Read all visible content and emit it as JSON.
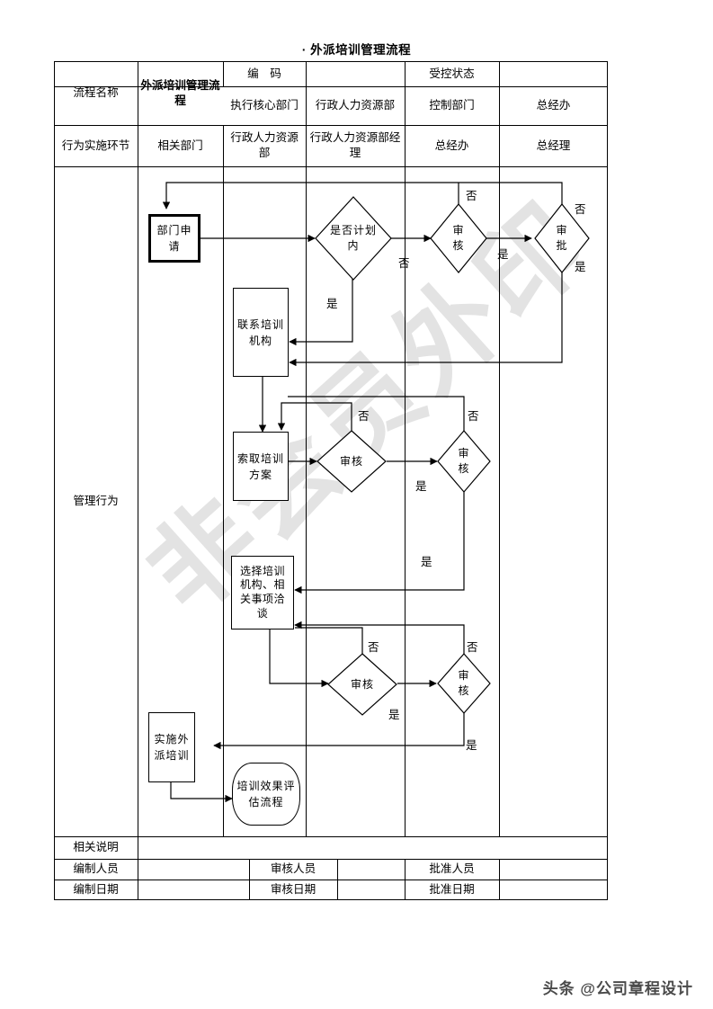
{
  "document": {
    "title": "· 外派培训管理流程",
    "watermark": "非会员外印",
    "footer_credit": "头条 @公司章程设计"
  },
  "header_table": {
    "row1": {
      "label": "流程名称",
      "process_name": "外派培训管理流程",
      "code_label": "编　码",
      "code_value": "",
      "control_status_label": "受控状态",
      "control_status_value": ""
    },
    "row2": {
      "exec_core_dept_label": "执行核心部门",
      "exec_core_dept_value": "行政人力资源部",
      "control_dept_label": "控制部门",
      "control_dept_value": "总经办"
    },
    "row3": {
      "label": "行为实施环节",
      "lanes": [
        "相关部门",
        "行政人力资源部",
        "行政人力资源部经理",
        "总经办",
        "总经理"
      ]
    }
  },
  "body_row": {
    "label": "管理行为"
  },
  "footer_table": {
    "notes_label": "相关说明",
    "notes_value": "",
    "rows": [
      {
        "c1_label": "编制人员",
        "c1_value": "",
        "c2_label": "审核人员",
        "c2_value": "",
        "c3_label": "批准人员",
        "c3_value": ""
      },
      {
        "c1_label": "编制日期",
        "c1_value": "",
        "c2_label": "审核日期",
        "c2_value": "",
        "c3_label": "批准日期",
        "c3_value": ""
      }
    ]
  },
  "chart_data": {
    "type": "diagram",
    "title": "外派培训管理流程",
    "lanes": [
      "相关部门",
      "行政人力资源部",
      "行政人力资源部经理",
      "总经办",
      "总经理"
    ],
    "nodes": [
      {
        "id": "n1",
        "label": "部门申请",
        "shape": "process-thick",
        "lane": "相关部门"
      },
      {
        "id": "d1",
        "label": "是否计划内",
        "shape": "decision",
        "lane": "行政人力资源部经理"
      },
      {
        "id": "d2",
        "label": "审核",
        "shape": "decision",
        "lane": "总经办"
      },
      {
        "id": "d3",
        "label": "审批",
        "shape": "decision",
        "lane": "总经理"
      },
      {
        "id": "n2",
        "label": "联系培训机构",
        "shape": "process",
        "lane": "行政人力资源部"
      },
      {
        "id": "n3",
        "label": "索取培训方案",
        "shape": "process",
        "lane": "行政人力资源部"
      },
      {
        "id": "d4",
        "label": "审核",
        "shape": "decision",
        "lane": "行政人力资源部经理"
      },
      {
        "id": "d5",
        "label": "审核",
        "shape": "decision",
        "lane": "总经办"
      },
      {
        "id": "n4",
        "label": "选择培训机构、相关事项洽谈",
        "shape": "process",
        "lane": "行政人力资源部"
      },
      {
        "id": "d6",
        "label": "审核",
        "shape": "decision",
        "lane": "行政人力资源部经理"
      },
      {
        "id": "d7",
        "label": "审核",
        "shape": "decision",
        "lane": "总经办"
      },
      {
        "id": "n5",
        "label": "实施外派培训",
        "shape": "process",
        "lane": "相关部门"
      },
      {
        "id": "n6",
        "label": "培训效果评估流程",
        "shape": "rounded",
        "lane": "行政人力资源部"
      }
    ],
    "edge_labels": [
      "是",
      "否"
    ],
    "edges": [
      {
        "from": "n1",
        "to": "d1",
        "label": ""
      },
      {
        "from": "d1",
        "to": "d2",
        "label": "否"
      },
      {
        "from": "d1",
        "to": "n2",
        "label": "是"
      },
      {
        "from": "d2",
        "to": "n1",
        "label": "否"
      },
      {
        "from": "d2",
        "to": "d3",
        "label": "是"
      },
      {
        "from": "d3",
        "to": "n1",
        "label": "否"
      },
      {
        "from": "d3",
        "to": "n2",
        "label": "是"
      },
      {
        "from": "n2",
        "to": "n3",
        "label": ""
      },
      {
        "from": "n3",
        "to": "d4",
        "label": ""
      },
      {
        "from": "d4",
        "to": "n3",
        "label": "否"
      },
      {
        "from": "d4",
        "to": "d5",
        "label": "是"
      },
      {
        "from": "d5",
        "to": "n3",
        "label": "否"
      },
      {
        "from": "d5",
        "to": "n4",
        "label": "是"
      },
      {
        "from": "n4",
        "to": "d6",
        "label": ""
      },
      {
        "from": "d6",
        "to": "n4",
        "label": "否"
      },
      {
        "from": "d6",
        "to": "d7",
        "label": "是"
      },
      {
        "from": "d7",
        "to": "n4",
        "label": "否"
      },
      {
        "from": "d7",
        "to": "n5",
        "label": "是"
      },
      {
        "from": "n5",
        "to": "n6",
        "label": ""
      }
    ]
  }
}
